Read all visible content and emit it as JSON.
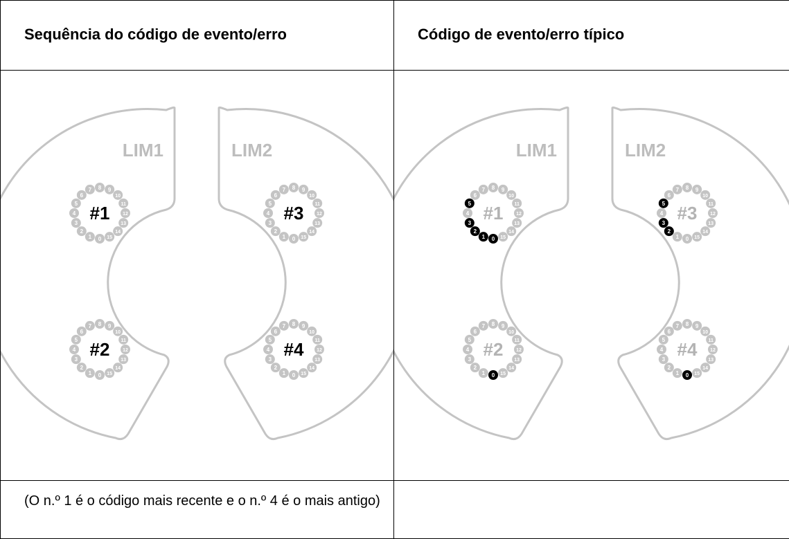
{
  "table": {
    "col1_header": "Sequência do código de evento/erro",
    "col2_header": "Código de evento/erro típico",
    "note": "(O n.º 1 é o código mais recente e o n.º 4 é o mais antigo)"
  },
  "diagrams": [
    {
      "lim_labels": [
        "LIM1",
        "LIM2"
      ],
      "rings": [
        {
          "label": "#1",
          "dots": [
            "0",
            "1",
            "2",
            "3",
            "4",
            "5",
            "6",
            "7",
            "8",
            "9",
            "10",
            "11",
            "12",
            "13",
            "14",
            "15"
          ],
          "active": []
        },
        {
          "label": "#2",
          "dots": [
            "0",
            "1",
            "2",
            "3",
            "4",
            "5",
            "6",
            "7",
            "8",
            "9",
            "10",
            "11",
            "12",
            "13",
            "14",
            "15"
          ],
          "active": []
        },
        {
          "label": "#3",
          "dots": [
            "0",
            "1",
            "2",
            "3",
            "4",
            "5",
            "6",
            "7",
            "8",
            "9",
            "10",
            "11",
            "12",
            "13",
            "14",
            "15"
          ],
          "active": []
        },
        {
          "label": "#4",
          "dots": [
            "0",
            "1",
            "2",
            "3",
            "4",
            "5",
            "6",
            "7",
            "8",
            "9",
            "10",
            "11",
            "12",
            "13",
            "14",
            "15"
          ],
          "active": []
        }
      ],
      "label_color": "#000000"
    },
    {
      "lim_labels": [
        "LIM1",
        "LIM2"
      ],
      "rings": [
        {
          "label": "#1",
          "dots": [
            "0",
            "1",
            "2",
            "3",
            "4",
            "5",
            "6",
            "7",
            "8",
            "9",
            "10",
            "11",
            "12",
            "13",
            "14",
            "15"
          ],
          "active": [
            "0",
            "1",
            "2",
            "3",
            "5"
          ]
        },
        {
          "label": "#2",
          "dots": [
            "0",
            "1",
            "2",
            "3",
            "4",
            "5",
            "6",
            "7",
            "8",
            "9",
            "10",
            "11",
            "12",
            "13",
            "14",
            "15"
          ],
          "active": [
            "0"
          ]
        },
        {
          "label": "#3",
          "dots": [
            "0",
            "1",
            "2",
            "3",
            "4",
            "5",
            "6",
            "7",
            "8",
            "9",
            "10",
            "11",
            "12",
            "13",
            "14",
            "15"
          ],
          "active": [
            "2",
            "3",
            "5"
          ]
        },
        {
          "label": "#4",
          "dots": [
            "0",
            "1",
            "2",
            "3",
            "4",
            "5",
            "6",
            "7",
            "8",
            "9",
            "10",
            "11",
            "12",
            "13",
            "14",
            "15"
          ],
          "active": [
            "0"
          ]
        }
      ],
      "label_color": "#b3b3b3"
    }
  ],
  "colors": {
    "outline": "#c4c4c4",
    "dot_inactive": "#c4c4c4",
    "dot_active": "#000000",
    "lim_text": "#bdbdbd"
  }
}
